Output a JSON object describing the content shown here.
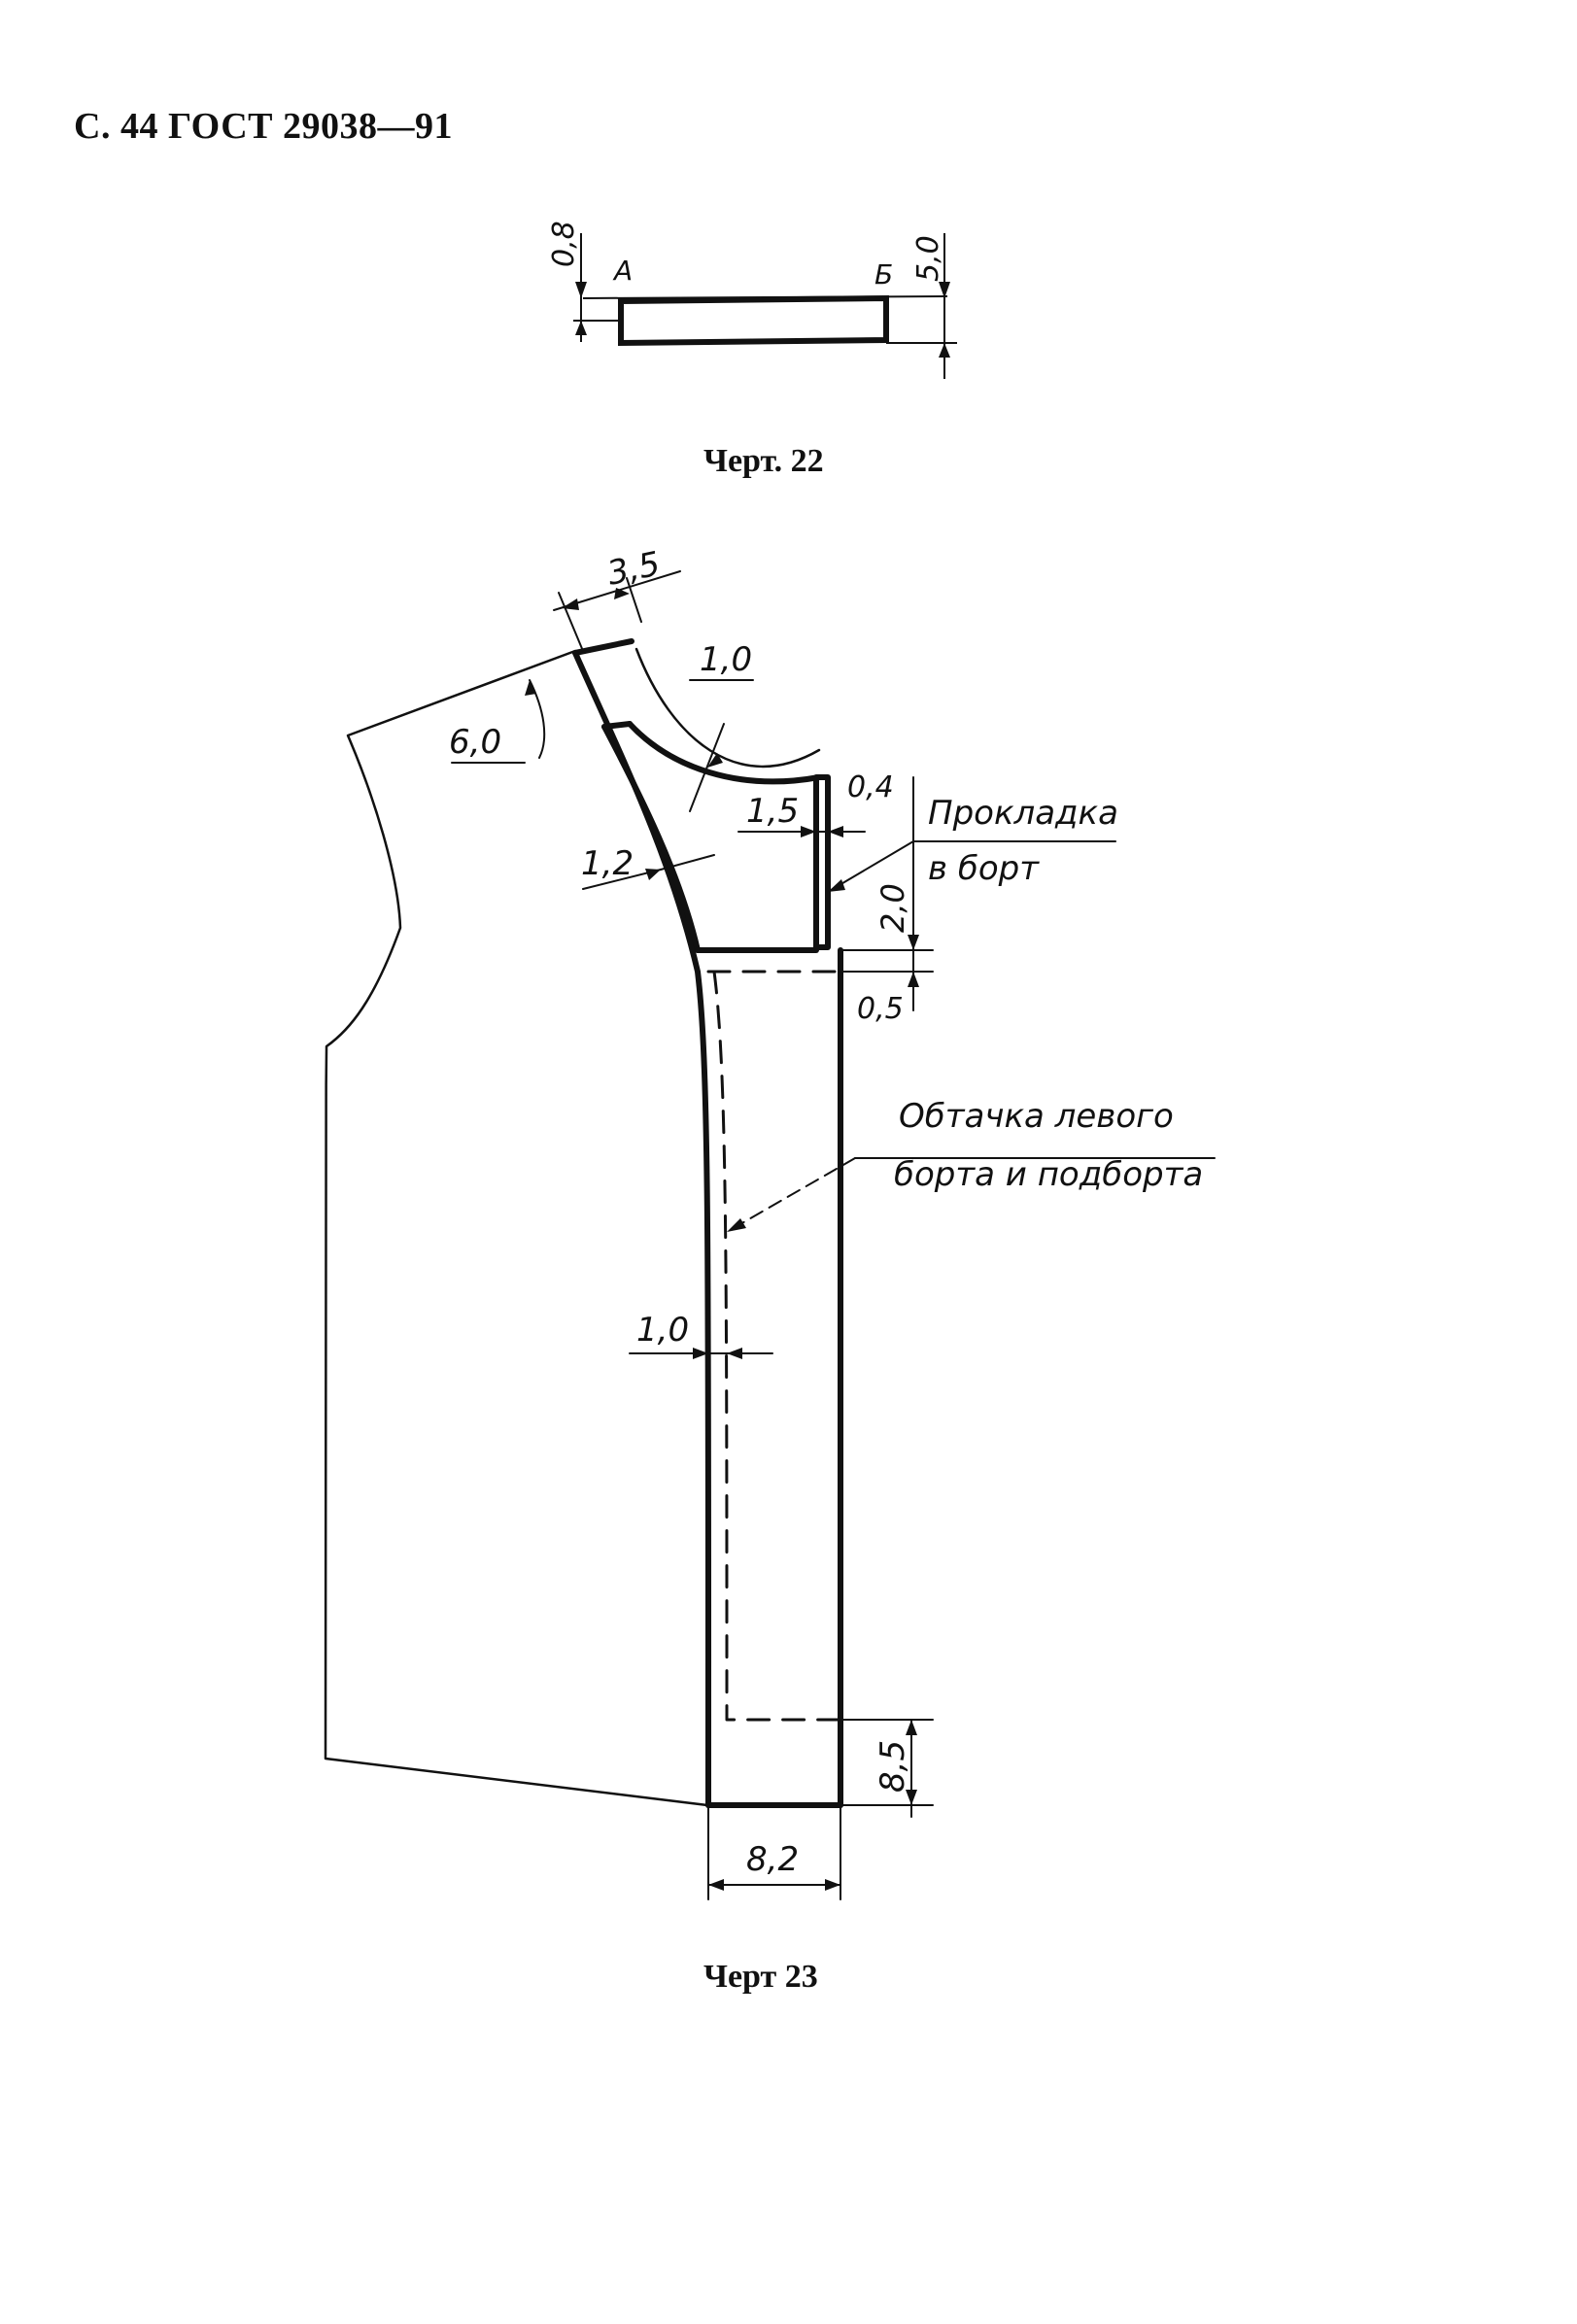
{
  "header": {
    "text": "С. 44 ГОСТ 29038—91"
  },
  "figure22": {
    "caption": "Черт. 22",
    "dim_left": "0,8",
    "dim_right": "5,0",
    "label_a": "А",
    "label_b": "Б"
  },
  "figure23": {
    "caption": "Черт  23",
    "dim_3_5": "3,5",
    "dim_6_0": "6,0",
    "dim_1_0_top": "1,0",
    "dim_1_5": "1,5",
    "dim_0_4": "0,4",
    "dim_1_2": "1,2",
    "dim_2_0": "2,0",
    "dim_0_5": "0,5",
    "dim_1_0_mid": "1,0",
    "dim_8_5": "8,5",
    "dim_8_2": "8,2",
    "label_prokladka_1": "Прокладка",
    "label_prokladka_2": "в борт",
    "label_obtachka_1": "Обтачка левого",
    "label_obtachka_2": "борта и подборта"
  }
}
